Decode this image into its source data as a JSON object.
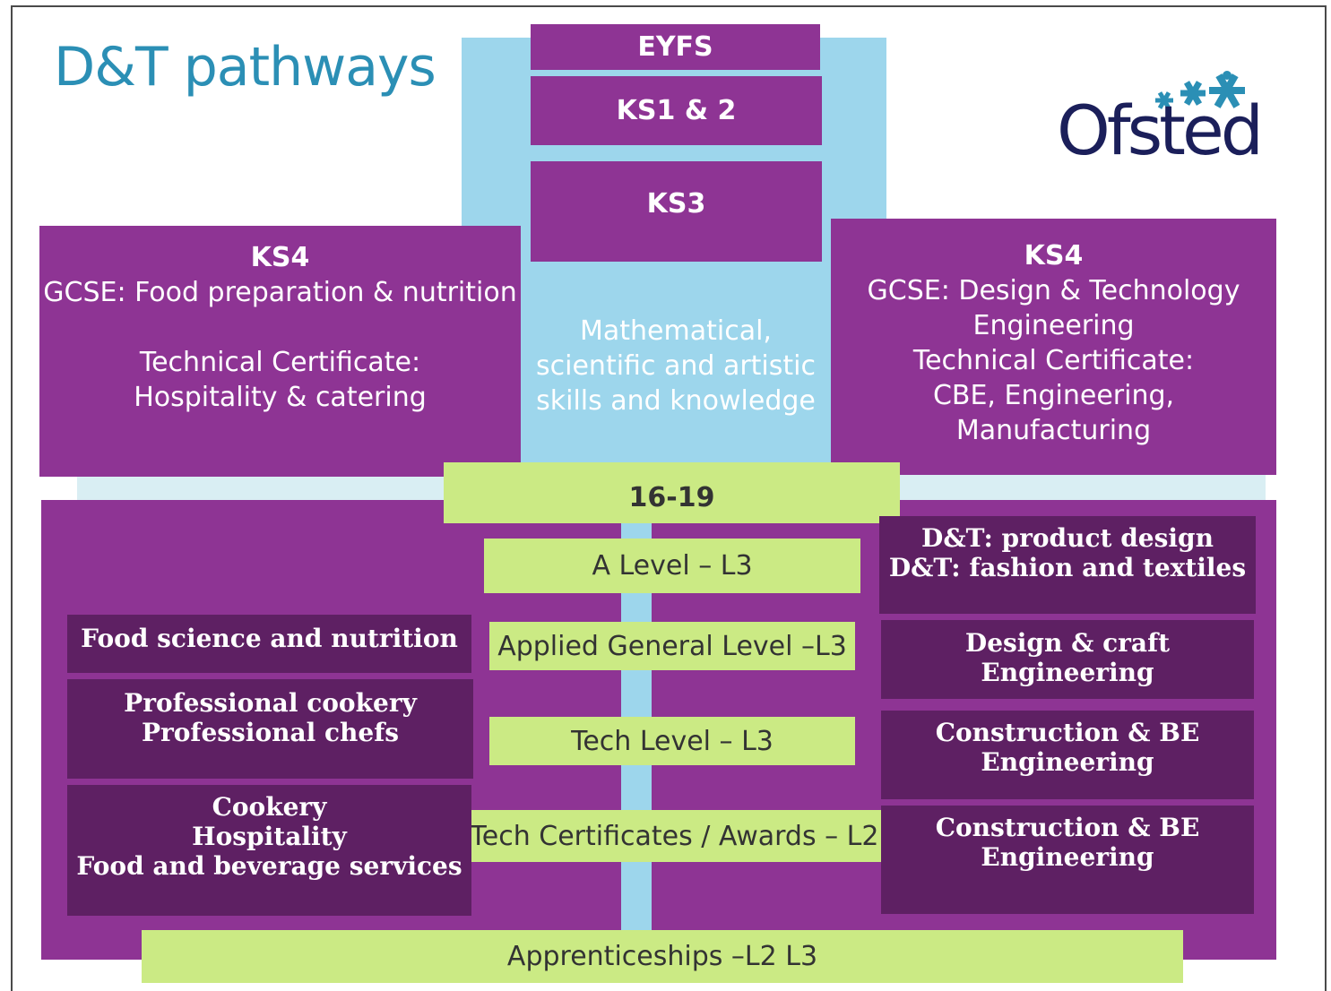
{
  "title": "D&T pathways",
  "logo": {
    "text": "Ofsted",
    "icon": "three-stars-icon",
    "color": "#1b1f5a"
  },
  "colors": {
    "title": "#2b8fb5",
    "purple": "#8e3494",
    "dark_purple": "#5e2063",
    "light_blue": "#9dd6ec",
    "green": "#cbea84"
  },
  "stages": {
    "eyfs": "EYFS",
    "ks12": "KS1 & 2",
    "ks3": "KS3"
  },
  "center_text": {
    "line1": "Mathematical,",
    "line2": "scientific and artistic",
    "line3": "skills and knowledge"
  },
  "ks4_left": {
    "heading": "KS4",
    "line1": "GCSE: Food preparation & nutrition",
    "line2": "Technical Certificate:",
    "line3": "Hospitality & catering"
  },
  "ks4_right": {
    "heading": "KS4",
    "line1": "GCSE: Design & Technology",
    "line2": "Engineering",
    "line3": "Technical Certificate:",
    "line4": "CBE, Engineering,",
    "line5": "Manufacturing"
  },
  "post16": {
    "heading": "16-19",
    "levels": {
      "a_level": "A Level – L3",
      "applied_general": "Applied General Level –L3",
      "tech_level": "Tech Level – L3",
      "tech_certificates": "Tech Certificates / Awards – L2",
      "apprenticeships": "Apprenticeships –L2 L3"
    }
  },
  "left_courses": {
    "food_science": {
      "line1": "Food science and nutrition"
    },
    "professional": {
      "line1": "Professional cookery",
      "line2": "Professional chefs"
    },
    "cookery": {
      "line1": "Cookery",
      "line2": "Hospitality",
      "line3": "Food and beverage services"
    }
  },
  "right_courses": {
    "dt": {
      "line1": "D&T: product design",
      "line2": "D&T: fashion and textiles"
    },
    "design_craft": {
      "line1": "Design & craft",
      "line2": "Engineering"
    },
    "construction1": {
      "line1": "Construction & BE",
      "line2": "Engineering"
    },
    "construction2": {
      "line1": "Construction & BE",
      "line2": "Engineering"
    }
  }
}
